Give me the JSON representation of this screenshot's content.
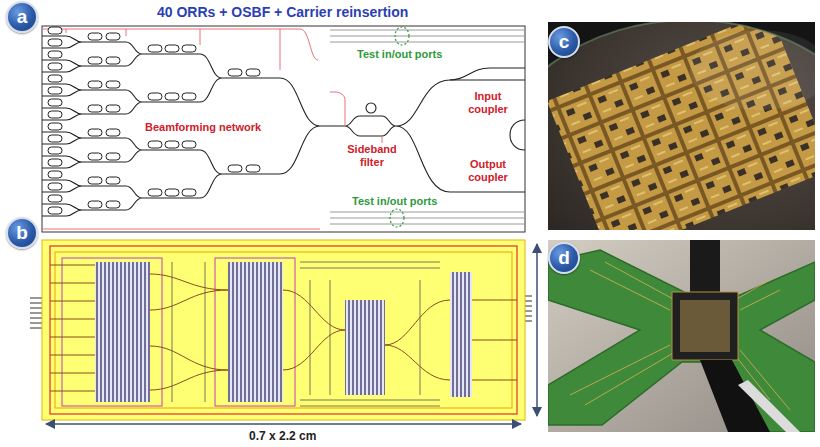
{
  "diagram": {
    "title": "40 ORRs + OSBF + Carrier reinsertion",
    "nodes": [
      {
        "text": [
          "a"
        ]
      },
      {
        "text": [
          "b"
        ]
      },
      {
        "text": [
          "c"
        ]
      },
      {
        "text": [
          "d"
        ]
      }
    ],
    "labels": [
      "Beamforming network",
      "Test in/out ports",
      "Input coupler",
      "Sideband filter",
      "Output coupler",
      "Test in/out ports",
      "0.7 x 2.2 cm"
    ]
  }
}
